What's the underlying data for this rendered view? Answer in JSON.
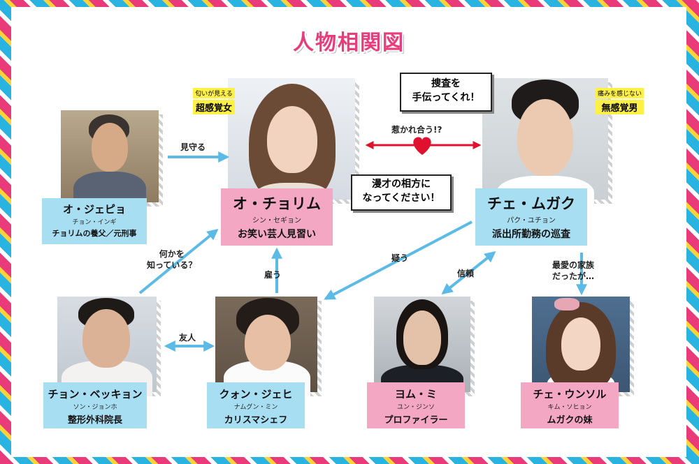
{
  "title": "人物相関図",
  "characters": {
    "oh": {
      "name": "オ・ジェピョ",
      "reading": "チョン・インギ",
      "role": "チョリムの養父／元刑事"
    },
    "chorim": {
      "name": "オ・チョリム",
      "reading": "シン・セギョン",
      "role": "お笑い芸人見習い"
    },
    "mugak": {
      "name": "チェ・ムガク",
      "reading": "パク・ユチョン",
      "role": "派出所勤務の巡査"
    },
    "jeong": {
      "name": "チョン・ベッキョン",
      "reading": "ソン・ジョンホ",
      "role": "整形外科院長"
    },
    "kwon": {
      "name": "クォン・ジェヒ",
      "reading": "ナムグン・ミン",
      "role": "カリスマシェフ"
    },
    "yeom": {
      "name": "ヨム・ミ",
      "reading": "ユン・ジンソ",
      "role": "プロファイラー"
    },
    "choe": {
      "name": "チェ・ウンソル",
      "reading": "キム・ソヒョン",
      "role": "ムガクの妹"
    }
  },
  "tags": {
    "chorim": {
      "small": "匂いが見える",
      "big": "超感覚女"
    },
    "mugak": {
      "small": "痛みを感じない",
      "big": "無感覚男"
    }
  },
  "bubbles": {
    "mugak": [
      "捜査を",
      "手伝ってくれ！"
    ],
    "chorim": [
      "漫才の相方に",
      "なってください！"
    ]
  },
  "relations": {
    "watch": "見守る",
    "attracted": "惹かれ合う!?",
    "knows": [
      "何かを",
      "知っている？"
    ],
    "hire": "雇う",
    "doubt": "疑う",
    "trust": "信頼",
    "family": [
      "最愛の家族",
      "だったが…"
    ],
    "friend": "友人"
  },
  "colors": {
    "pink": "#e73d7c",
    "blue": "#5bbbe6",
    "heart": "#e0102e",
    "cardBlue": "#a8def2",
    "cardPink": "#f4a7c2"
  }
}
